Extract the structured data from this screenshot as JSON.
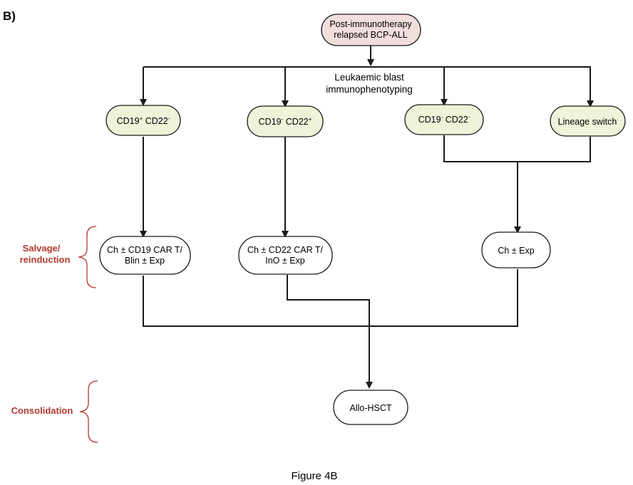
{
  "panel_label": "B)",
  "caption": "Figure 4B",
  "top_node": {
    "line1": "Post-immunotherapy",
    "line2": "relapsed BCP-ALL"
  },
  "branch_label": {
    "line1": "Leukaemic blast",
    "line2": "immunophenotyping"
  },
  "phenotypes": {
    "p1": {
      "a": "CD19",
      "a_sup": "+",
      "b": " CD22",
      "b_sup": "-"
    },
    "p2": {
      "a": "CD19",
      "a_sup": "-",
      "b": " CD22",
      "b_sup": "+"
    },
    "p3": {
      "a": "CD19",
      "a_sup": "-",
      "b": " CD22",
      "b_sup": "-"
    },
    "p4": {
      "text": "Lineage switch"
    }
  },
  "treatments": {
    "t1": {
      "line1": "Ch ± CD19 CAR T/",
      "line2": "Blin ± Exp"
    },
    "t2": {
      "line1": "Ch ± CD22 CAR T/",
      "line2": "InO ± Exp"
    },
    "t3": {
      "line1": "Ch ± Exp"
    }
  },
  "final_node": {
    "text": "Allo-HSCT"
  },
  "stages": {
    "salvage": {
      "line1": "Salvage/",
      "line2": "reinduction"
    },
    "consolidation": {
      "text": "Consolidation"
    }
  },
  "colors": {
    "top_fill": "#f3dede",
    "phenotype_fill": "#eef3d9",
    "treatment_fill": "#ffffff",
    "stage_text": "#b03a2e"
  }
}
